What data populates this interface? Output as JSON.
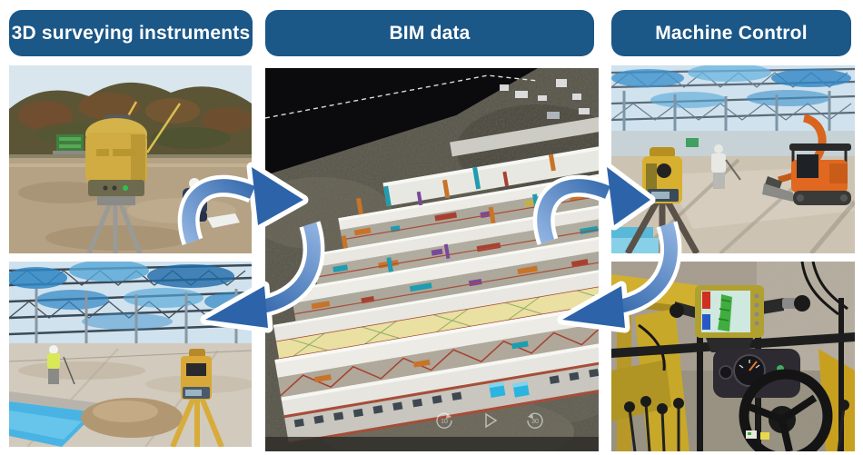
{
  "headers": [
    {
      "label": "3D surveying instruments"
    },
    {
      "label": "BIM data"
    },
    {
      "label": "Machine Control"
    }
  ],
  "colors": {
    "background": "#ffffff",
    "header_bg": "#1b5787",
    "header_text": "#ffffff",
    "arrow_dark": "#2d63a9",
    "arrow_light": "#8fb2e0",
    "arrow_outline": "#ffffff"
  },
  "photos": {
    "surveying_field": {
      "description": "Rotating-laser surveying instrument on a tripod in an open field; kneeling worker, cranes and autumn hills behind"
    },
    "surveying_site": {
      "description": "Robotic total station on a yellow tripod on a concrete slab beneath steel roof framing with blue safety netting"
    },
    "machine_site": {
      "description": "Mini excavator spreading ground beside a robotic total station under steel framing"
    },
    "cab_display": {
      "description": "Machine-control guidance display, gauges and steering wheel inside a grader cab"
    }
  },
  "bim_model": {
    "description": "Aerial 3D BIM model of a long industrial building overlaid on a site survey photo",
    "player": {
      "rewind_label": "10",
      "forward_label": "30"
    }
  },
  "arrows": {
    "left_cycle": "data exchange between 3D surveying instruments and BIM data",
    "right_cycle": "data exchange between BIM data and Machine Control"
  }
}
